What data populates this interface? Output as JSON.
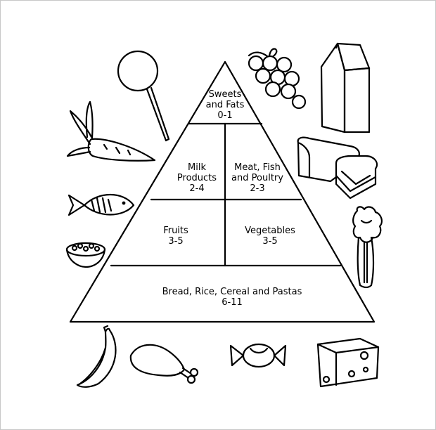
{
  "pyramid": {
    "sections": [
      {
        "id": "sweets",
        "lines": [
          "Sweets",
          "and Fats",
          "0-1"
        ]
      },
      {
        "id": "milk",
        "lines": [
          "Milk",
          "Products",
          "2-4"
        ]
      },
      {
        "id": "meat",
        "lines": [
          "Meat, Fish",
          "and Poultry",
          "2-3"
        ]
      },
      {
        "id": "fruits",
        "lines": [
          "Fruits",
          "3-5"
        ]
      },
      {
        "id": "vegetables",
        "lines": [
          "Vegetables",
          "3-5"
        ]
      },
      {
        "id": "grains",
        "lines": [
          "Bread, Rice, Cereal and Pastas",
          "6-11"
        ]
      }
    ]
  },
  "icons": [
    "lollipop-icon",
    "grapes-icon",
    "milk-carton-icon",
    "carrot-icon",
    "bread-icon",
    "fish-icon",
    "celery-icon",
    "cereal-bowl-icon",
    "banana-icon",
    "chicken-leg-icon",
    "candy-icon",
    "cheese-icon"
  ]
}
